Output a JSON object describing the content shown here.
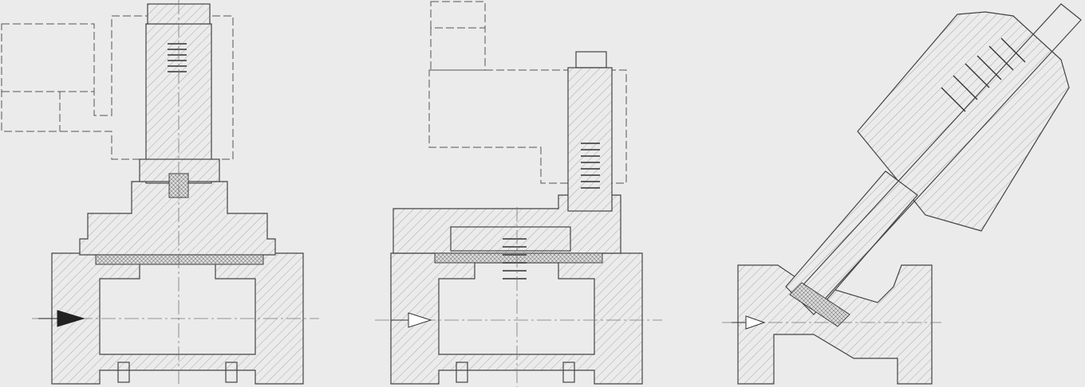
{
  "colors": {
    "background": "#ebebeb",
    "line": "#444444",
    "arrow_fill": "#222222"
  },
  "views": [
    {
      "id": "valve-left",
      "flow_arrow": "filled"
    },
    {
      "id": "valve-middle",
      "flow_arrow": "outline"
    },
    {
      "id": "valve-right",
      "flow_arrow": "outline"
    }
  ]
}
